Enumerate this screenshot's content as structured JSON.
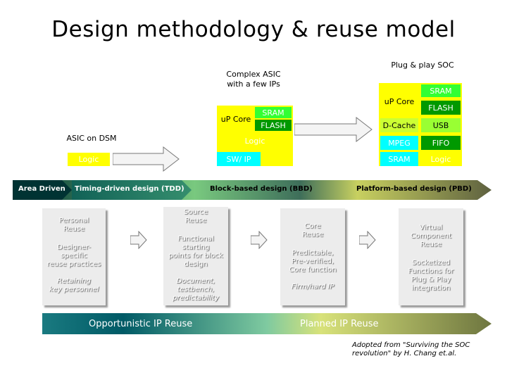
{
  "title": "Design methodology & reuse model",
  "stages": {
    "asic_on_dsm": {
      "caption": "ASIC on DSM",
      "block": "Logic"
    },
    "complex_asic": {
      "caption_line1": "Complex ASIC",
      "caption_line2": "with a few IPs",
      "blocks": {
        "up_core": "uP Core",
        "sram": "SRAM",
        "flash": "FLASH",
        "logic": "Logic",
        "sw": "SW/ IP"
      }
    },
    "plug_play_soc": {
      "caption": "Plug & play SOC",
      "blocks": {
        "up_core": "uP Core",
        "sram_top": "SRAM",
        "flash": "FLASH",
        "dcache": "D-Cache",
        "usb": "USB",
        "mpeg": "MPEG",
        "fifo": "FIFO",
        "sram_bottom": "SRAM",
        "logic": "Logic"
      }
    }
  },
  "timeline": {
    "phases": [
      "Area Driven",
      "Timing-driven design (TDD)",
      "Block-based design (BBD)",
      "Platform-based design (PBD)"
    ],
    "colors": {
      "start": "#003333",
      "mid": "#6cc070",
      "end": "#6b6b3a",
      "arrow_end": "#005a66"
    }
  },
  "cards": [
    {
      "lines": [
        "Personal",
        "Reuse"
      ],
      "mid": [
        "Designer-",
        "specific",
        "reuse practices"
      ],
      "bottom": [
        "Retaining",
        "key personnel"
      ]
    },
    {
      "lines": [
        "Source",
        "Reuse"
      ],
      "mid": [
        "Functional",
        "starting",
        "points for block",
        "design"
      ],
      "bottom": [
        "Document,",
        "testbench,",
        "predictability"
      ]
    },
    {
      "lines": [
        "Core",
        "Reuse"
      ],
      "mid": [
        "Predictable,",
        "Pre-verified,",
        "Core function"
      ],
      "bottom": [
        "Firm/hard IP"
      ]
    },
    {
      "lines": [
        "Virtual",
        "Component",
        "Reuse"
      ],
      "mid": [
        "Socketized",
        "Functions for",
        "Plug & Play",
        "integration"
      ],
      "bottom": []
    }
  ],
  "reuse_bar": {
    "left": "Opportunistic IP Reuse",
    "right": "Planned IP Reuse"
  },
  "credit": {
    "line1": "Adopted from \"Surviving the SOC",
    "line2": "revolution\" by H. Chang et.al."
  }
}
